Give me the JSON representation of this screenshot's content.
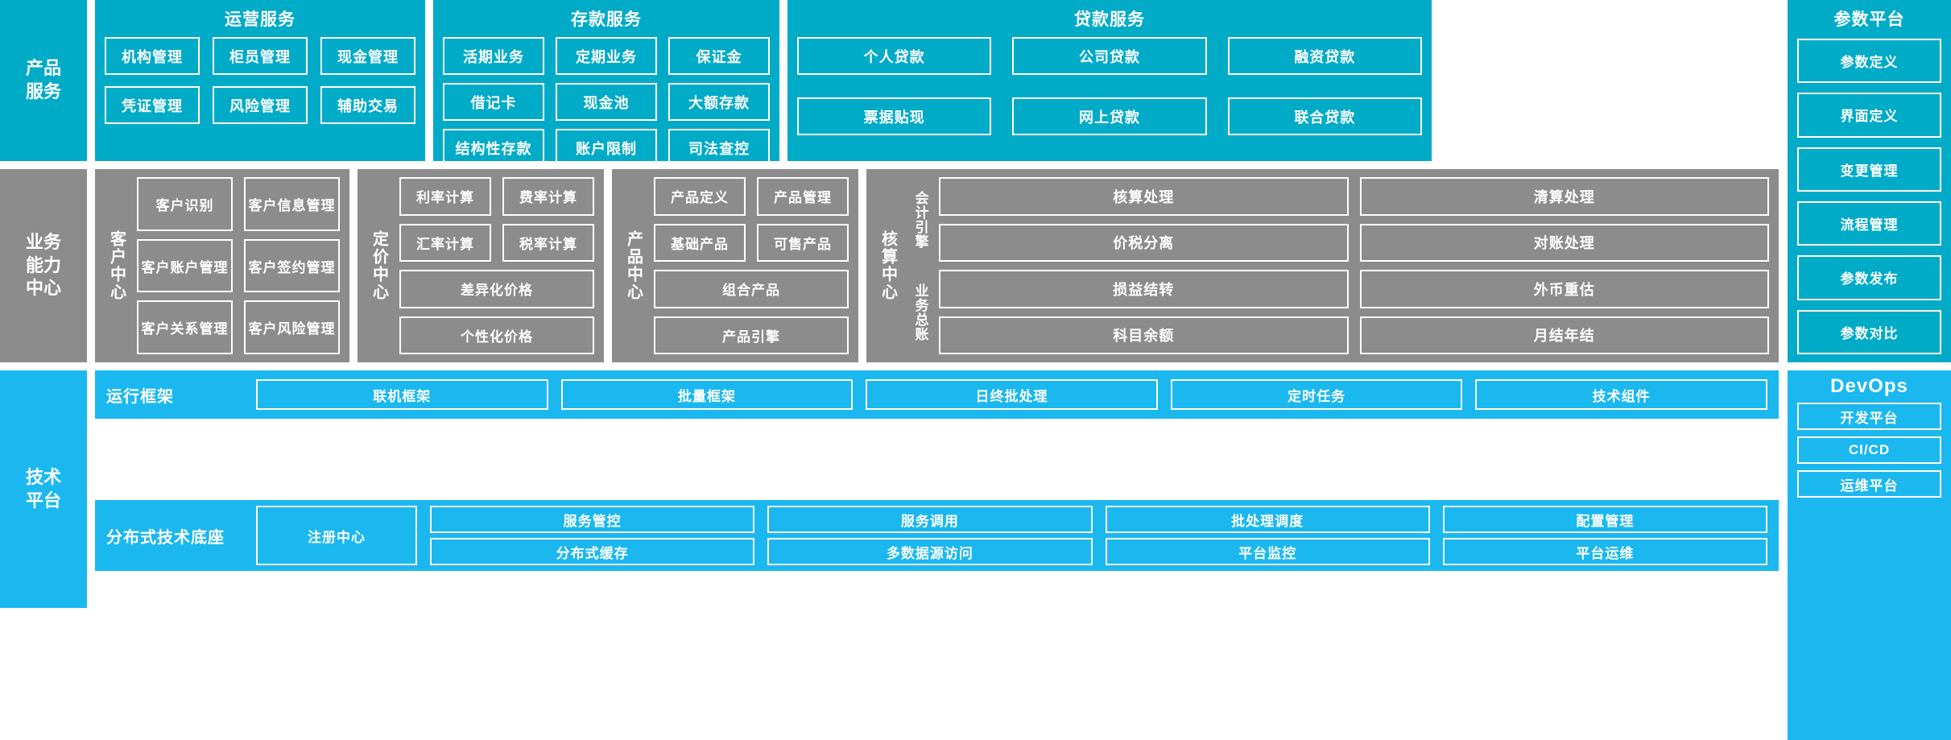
{
  "rows": {
    "product_services": {
      "rail_label": "产品\n服务",
      "rail_line1": "产品",
      "rail_line2": "服务",
      "groups": [
        {
          "id": "operations",
          "title": "运营服务",
          "tiles": [
            "机构管理",
            "柜员管理",
            "现金管理",
            "凭证管理",
            "风险管理",
            "辅助交易"
          ]
        },
        {
          "id": "deposit",
          "title": "存款服务",
          "tiles": [
            "活期业务",
            "定期业务",
            "保证金",
            "借记卡",
            "现金池",
            "大额存款",
            "结构性存款",
            "账户限制",
            "司法查控"
          ]
        },
        {
          "id": "loan",
          "title": "贷款服务",
          "tiles": [
            "个人贷款",
            "公司贷款",
            "融资贷款",
            "票据贴现",
            "网上贷款",
            "联合贷款"
          ]
        }
      ]
    },
    "parameter_platform": {
      "title": "参数平台",
      "tiles": [
        "参数定义",
        "界面定义",
        "变更管理",
        "流程管理",
        "参数发布",
        "参数对比"
      ]
    },
    "business_capability": {
      "rail_line1": "业务",
      "rail_line2": "能力",
      "rail_line3": "中心",
      "centers": [
        {
          "id": "customer",
          "vlabel": "客户中心",
          "pairs": [
            [
              "客户识别",
              "客户信息管理"
            ],
            [
              "客户账户管理",
              "客户签约管理"
            ],
            [
              "客户关系管理",
              "客户风险管理"
            ]
          ]
        },
        {
          "id": "pricing",
          "vlabel": "定价中心",
          "pairs": [
            [
              "利率计算",
              "费率计算"
            ],
            [
              "汇率计算",
              "税率计算"
            ]
          ],
          "full": [
            "差异化价格",
            "个性化价格"
          ]
        },
        {
          "id": "product",
          "vlabel": "产品中心",
          "pairs": [
            [
              "产品定义",
              "产品管理"
            ],
            [
              "基础产品",
              "可售产品"
            ]
          ],
          "full": [
            "组合产品",
            "产品引擎"
          ]
        },
        {
          "id": "accounting",
          "vlabel": "核算中心",
          "sub_blocks": [
            {
              "vlabel": "会计引擎",
              "pairs": [
                [
                  "核算处理",
                  "清算处理"
                ],
                [
                  "价税分离",
                  "对账处理"
                ]
              ]
            },
            {
              "vlabel": "业务总账",
              "pairs": [
                [
                  "损益结转",
                  "外币重估"
                ],
                [
                  "科目余额",
                  "月结年结"
                ]
              ]
            }
          ]
        }
      ]
    },
    "technical_platform": {
      "rail_line1": "技术",
      "rail_line2": "平台",
      "runtime": {
        "label": "运行框架",
        "tiles": [
          "联机框架",
          "批量框架",
          "日终批处理",
          "定时任务",
          "技术组件"
        ]
      },
      "base": {
        "label": "分布式技术底座",
        "registry": "注册中心",
        "columns": [
          [
            "服务管控",
            "分布式缓存"
          ],
          [
            "服务调用",
            "多数据源访问"
          ],
          [
            "批处理调度",
            "平台监控"
          ],
          [
            "配置管理",
            "平台运维"
          ]
        ]
      }
    },
    "devops": {
      "title": "DevOps",
      "tiles": [
        "开发平台",
        "CI/CD",
        "运维平台"
      ]
    }
  },
  "colors": {
    "teal": "#00ABC8",
    "gray": "#8c8c8c",
    "blue": "#1BB8F0",
    "white": "#ffffff"
  }
}
